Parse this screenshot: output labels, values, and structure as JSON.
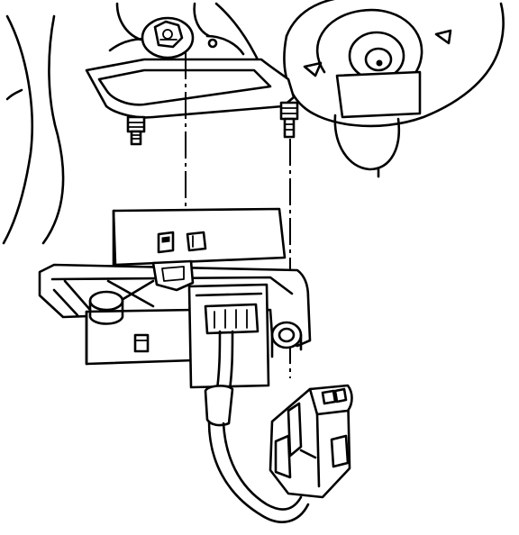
{
  "figure": {
    "kind": "exploded-installation-illustration",
    "line_color": "#000000",
    "background_color": "#ffffff",
    "parts": [
      {
        "id": "mounting-bracket",
        "label": ""
      },
      {
        "id": "top-nut",
        "label": ""
      },
      {
        "id": "mounting-studs",
        "label": ""
      },
      {
        "id": "blower-motor-housing",
        "label": ""
      },
      {
        "id": "resistor-plate",
        "label": ""
      },
      {
        "id": "resistor-module",
        "label": ""
      },
      {
        "id": "wire-harness",
        "label": ""
      },
      {
        "id": "electrical-connector",
        "label": ""
      }
    ],
    "alignment_lines": 2
  }
}
